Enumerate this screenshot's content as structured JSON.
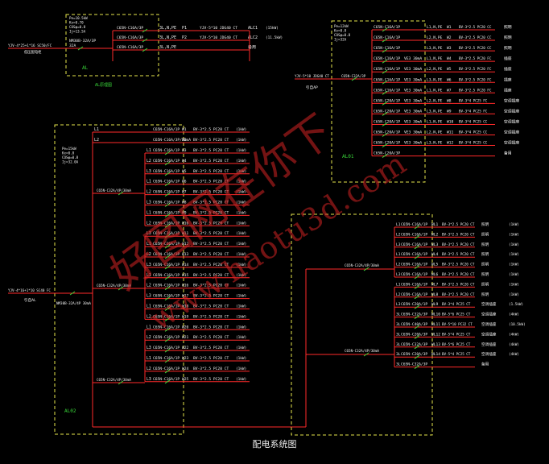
{
  "caption": "配电系统图",
  "colors": {
    "circuit": "#ff2a2a",
    "frame": "#e6e64c",
    "text": "#f2f2f2",
    "note": "#cfcfcf",
    "green": "#39d639",
    "watermark": "#d22323"
  },
  "watermark": {
    "line1": "好图网在你下",
    "line2": "www.haotu3d.com"
  },
  "panels": {
    "AL": {
      "name": "AL",
      "spec": [
        "Pe=10.5kW",
        "Kx=0.70",
        "COSφ=0.8",
        "Ij=13.5A"
      ],
      "main_breaker": "NM30B-32A/3P",
      "main_current": "32A",
      "feeder_cable": "YJV-4*25+1*16 SC50/FC",
      "feeder_dest": "低压配电柜",
      "caption_label": "AL原理图",
      "circuits": [
        {
          "breaker": "C65N-C16A/3P",
          "phase": "3L,N,PE",
          "no": "P1",
          "cable": "YJV-5*10 JDG40 CT",
          "dest": "ALC1",
          "load": "(15kW)"
        },
        {
          "breaker": "C65N-C16A/3P",
          "phase": "3L,N,PE",
          "no": "P2",
          "cable": "YJV-5*10 JDG40 CT",
          "dest": "ALC2",
          "load": "(11.5kW)"
        },
        {
          "breaker": "C65N-C16A/3P",
          "phase": "3L,N,PE",
          "no": "",
          "cable": "",
          "dest": "备用",
          "load": ""
        }
      ]
    },
    "AL01": {
      "name": "AL01",
      "spec": [
        "Pe=12kW",
        "Kx=0.8",
        "COSφ=0.8",
        "Ij=32A"
      ],
      "feeder_cable": "YJV-5*10 JDG40 CT",
      "feeder_dest": "引自AP",
      "main_breaker": "C65N-C32A/3P",
      "circuits": [
        {
          "breaker": "C65N-C16A/1P",
          "rcd": "",
          "phase": "L1,N,PE",
          "no": "W1",
          "cable": "BV-3*2.5 PC20 CC",
          "dest": "照明"
        },
        {
          "breaker": "C65N-C16A/1P",
          "rcd": "",
          "phase": "L2,N,PE",
          "no": "W2",
          "cable": "BV-3*2.5 PC20 CC",
          "dest": "照明"
        },
        {
          "breaker": "C65N-C16A/1P",
          "rcd": "",
          "phase": "L3,N,PE",
          "no": "W3",
          "cable": "BV-3*2.5 PC20 CC",
          "dest": "照明"
        },
        {
          "breaker": "C65N-C16A/1P",
          "rcd": "VE3 30mA",
          "phase": "L1,N,PE",
          "no": "W4",
          "cable": "BV-3*2.5 PC20 FC",
          "dest": "插座"
        },
        {
          "breaker": "C65N-C16A/1P",
          "rcd": "VE3 30mA",
          "phase": "L2,N,PE",
          "no": "W5",
          "cable": "BV-3*2.5 PC20 FC",
          "dest": "插座"
        },
        {
          "breaker": "C65N-C16A/1P",
          "rcd": "VE3 30mA",
          "phase": "L3,N,PE",
          "no": "W6",
          "cable": "BV-3*2.5 PC20 FC",
          "dest": "插座"
        },
        {
          "breaker": "C65N-C16A/1P",
          "rcd": "VE3 30mA",
          "phase": "L1,N,PE",
          "no": "W7",
          "cable": "BV-3*2.5 PC20 FC",
          "dest": "插座"
        },
        {
          "breaker": "C65N-C20A/1P",
          "rcd": "VE3 30mA",
          "phase": "L2,N,PE",
          "no": "W8",
          "cable": "BV-3*4 PC25 FC",
          "dest": "空调插座"
        },
        {
          "breaker": "C65N-C20A/1P",
          "rcd": "VE3 30mA",
          "phase": "L3,N,PE",
          "no": "W9",
          "cable": "BV-3*4 PC25 FC",
          "dest": "空调插座"
        },
        {
          "breaker": "C65N-C20A/1P",
          "rcd": "VE3 30mA",
          "phase": "L1,N,PE",
          "no": "W10",
          "cable": "BV-3*4 PC25 CC",
          "dest": "空调插座"
        },
        {
          "breaker": "C65N-C20A/1P",
          "rcd": "VE3 30mA",
          "phase": "L2,N,PE",
          "no": "W11",
          "cable": "BV-3*4 PC25 CC",
          "dest": "空调插座"
        },
        {
          "breaker": "C65N-C20A/1P",
          "rcd": "VE3 30mA",
          "phase": "L3,N,PE",
          "no": "W12",
          "cable": "BV-3*4 PC25 CC",
          "dest": "空调插座"
        },
        {
          "breaker": "C65N-C20A/3P",
          "rcd": "",
          "phase": "",
          "no": "",
          "cable": "",
          "dest": "备用"
        }
      ]
    },
    "AL02": {
      "name": "AL02",
      "spec": [
        "Pe=15kW",
        "Kx=0.8",
        "COSφ=0.8",
        "Ij=32.0A"
      ],
      "feeder_cable": "YJV-4*16+1*10 SC40 FC",
      "feeder_dest": "引自AL",
      "main_breaker": "NM30B-32A/4P 30mA",
      "lines": [
        {
          "label": "L1",
          "breaker": "C65N-C16A/1P",
          "no": "W1",
          "cable": "BV-3*2.5 PC20 CT",
          "load": "(1kW)"
        },
        {
          "label": "L2",
          "breaker": "C65N-C16A/3P/30mA",
          "no": "W2",
          "cable": "BV-3*2.5 PC20 CT",
          "load": "(1kW)"
        }
      ],
      "groups": [
        {
          "breaker": "C65N-C32A/4P/30mA",
          "circuits": [
            {
              "phase": "L1",
              "breaker": "C65N-C16A/1P",
              "no": "W3",
              "cable": "BV-3*2.5 PC20 CT",
              "load": "(1kW)"
            },
            {
              "phase": "L2",
              "breaker": "C65N-C16A/1P",
              "no": "W4",
              "cable": "BV-3*2.5 PC20 CT",
              "load": "(1kW)"
            },
            {
              "phase": "L3",
              "breaker": "C65N-C16A/1P",
              "no": "W5",
              "cable": "BV-3*2.5 PC20 CT",
              "load": "(1kW)"
            },
            {
              "phase": "L1",
              "breaker": "C65N-C16A/1P",
              "no": "W6",
              "cable": "BV-3*2.5 PC20 CT",
              "load": "(1kW)"
            },
            {
              "phase": "L2",
              "breaker": "C65N-C16A/1P",
              "no": "W7",
              "cable": "BV-3*2.5 PC20 CT",
              "load": "(1kW)"
            },
            {
              "phase": "L3",
              "breaker": "C65N-C16A/1P",
              "no": "W8",
              "cable": "BV-3*2.5 PC20 CT",
              "load": "(1kW)"
            },
            {
              "phase": "L1",
              "breaker": "C65N-C16A/1P",
              "no": "W9",
              "cable": "BV-3*2.5 PC20 CT",
              "load": "(1kW)"
            },
            {
              "phase": "L2",
              "breaker": "C65N-C16A/1P",
              "no": "W10",
              "cable": "BV-3*2.5 PC20 CT",
              "load": "(1kW)"
            }
          ]
        },
        {
          "breaker": "C65N-C32A/4P/30mA",
          "circuits": [
            {
              "phase": "L3",
              "breaker": "C65N-C16A/1P",
              "no": "W11",
              "cable": "BV-3*2.5 PC20 CT",
              "load": "(1kW)"
            },
            {
              "phase": "L1",
              "breaker": "C65N-C16A/1P",
              "no": "W12",
              "cable": "BV-3*2.5 PC20 CT",
              "load": "(1kW)"
            },
            {
              "phase": "L2",
              "breaker": "C65N-C16A/1P",
              "no": "W13",
              "cable": "BV-3*2.5 PC20 CT",
              "load": "(1kW)"
            },
            {
              "phase": "L3",
              "breaker": "C65N-C16A/1P",
              "no": "W14",
              "cable": "BV-3*2.5 PC20 CT",
              "load": "(1kW)"
            },
            {
              "phase": "L1",
              "breaker": "C65N-C16A/1P",
              "no": "W15",
              "cable": "BV-3*2.5 PC20 CT",
              "load": "(1kW)"
            },
            {
              "phase": "L2",
              "breaker": "C65N-C16A/1P",
              "no": "W16",
              "cable": "BV-3*2.5 PC20 CT",
              "load": "(1kW)"
            },
            {
              "phase": "L3",
              "breaker": "C65N-C16A/1P",
              "no": "W17",
              "cable": "BV-3*2.5 PC20 CT",
              "load": "(1kW)"
            },
            {
              "phase": "L1",
              "breaker": "C65N-C16A/1P",
              "no": "W18",
              "cable": "BV-3*2.5 PC20 CT",
              "load": "(1kW)"
            },
            {
              "phase": "L2",
              "breaker": "C65N-C16A/1P",
              "no": "W19",
              "cable": "BV-3*2.5 PC20 CT",
              "load": "(1kW)"
            }
          ]
        },
        {
          "breaker": "C65N-C32A/4P/30mA",
          "circuits": [
            {
              "phase": "L1",
              "breaker": "C65N-C16A/1P",
              "no": "W20",
              "cable": "BV-3*2.5 PC20 CT",
              "load": "(1kW)"
            },
            {
              "phase": "L2",
              "breaker": "C65N-C16A/1P",
              "no": "W21",
              "cable": "BV-3*2.5 PC20 CT",
              "load": "(1kW)"
            },
            {
              "phase": "L3",
              "breaker": "C65N-C16A/1P",
              "no": "W22",
              "cable": "BV-3*2.5 PC20 CT",
              "load": "(1kW)"
            },
            {
              "phase": "L1",
              "breaker": "C65N-C16A/1P",
              "no": "W23",
              "cable": "BV-3*2.5 PC20 CT",
              "load": "(1kW)"
            },
            {
              "phase": "L2",
              "breaker": "C65N-C16A/1P",
              "no": "W24",
              "cable": "BV-3*2.5 PC20 CT",
              "load": "(1kW)"
            },
            {
              "phase": "L3",
              "breaker": "C65N-C16A/1P",
              "no": "W25",
              "cable": "BV-3*2.5 PC20 CT",
              "load": "(1kW)"
            }
          ]
        }
      ]
    },
    "AL03": {
      "groups": [
        {
          "breaker": "C65N-C32A/4P/30mA",
          "circuits": [
            {
              "phase": "L1",
              "breaker": "C65N-C16A/1P",
              "no": "WL1",
              "cable": "BV-3*2.5 PC20 CT",
              "dest": "照明",
              "load": "(1kW)"
            },
            {
              "phase": "L2",
              "breaker": "C65N-C16A/1P",
              "no": "WL2",
              "cable": "BV-3*2.5 PC20 CT",
              "dest": "照明",
              "load": "(1kW)"
            },
            {
              "phase": "L3",
              "breaker": "C65N-C16A/1P",
              "no": "WL3",
              "cable": "BV-3*2.5 PC20 CT",
              "dest": "照明",
              "load": "(1kW)"
            },
            {
              "phase": "L1",
              "breaker": "C65N-C16A/1P",
              "no": "WL4",
              "cable": "BV-3*2.5 PC20 CT",
              "dest": "照明",
              "load": "(1kW)"
            },
            {
              "phase": "L2",
              "breaker": "C65N-C16A/1P",
              "no": "WL5",
              "cable": "BV-3*2.5 PC20 CT",
              "dest": "照明",
              "load": "(1kW)"
            },
            {
              "phase": "L3",
              "breaker": "C65N-C16A/1P",
              "no": "WL6",
              "cable": "BV-3*2.5 PC20 CT",
              "dest": "照明",
              "load": "(1kW)"
            }
          ]
        },
        {
          "breaker": "C65N-C32A/4P/30mA",
          "circuits": [
            {
              "phase": "L1",
              "breaker": "C65N-C16A/1P",
              "no": "WL7",
              "cable": "BV-3*2.5 PC20 CT",
              "dest": "照明",
              "load": "(1kW)"
            },
            {
              "phase": "L2",
              "breaker": "C65N-C16A/1P",
              "no": "WL8",
              "cable": "BV-3*2.5 PC20 CT",
              "dest": "照明",
              "load": "(1kW)"
            },
            {
              "phase": "L3",
              "breaker": "C65N-C20A/1P",
              "no": "WL9",
              "cable": "BV-3*4 PC25 CT",
              "dest": "空调插座",
              "load": "(1.5kW)"
            },
            {
              "phase": "3L",
              "breaker": "C65N-C32A/3P",
              "no": "WL10",
              "cable": "BV-5*6 PC25 CT",
              "dest": "空调插座",
              "load": "(4kW)"
            },
            {
              "phase": "3L",
              "breaker": "C65N-C40A/3P",
              "no": "WL11",
              "cable": "BV-5*10 PC32 CT",
              "dest": "空调插座",
              "load": "(10.5kW)"
            },
            {
              "phase": "3L",
              "breaker": "C65N-C20A/3P",
              "no": "WL12",
              "cable": "BV-5*4 PC25 CT",
              "dest": "空调插座",
              "load": "(4kW)"
            },
            {
              "phase": "3L",
              "breaker": "C65N-C32A/3P",
              "no": "WL13",
              "cable": "BV-5*6 PC25 CT",
              "dest": "空调插座",
              "load": "(4kW)"
            },
            {
              "phase": "3L",
              "breaker": "C65N-C20A/3P",
              "no": "WL14",
              "cable": "BV-5*4 PC25 CT",
              "dest": "空调插座",
              "load": "(4kW)"
            },
            {
              "phase": "3L",
              "breaker": "C65N-C32A/3P",
              "no": "",
              "cable": "",
              "dest": "备用",
              "load": ""
            }
          ]
        }
      ]
    }
  }
}
